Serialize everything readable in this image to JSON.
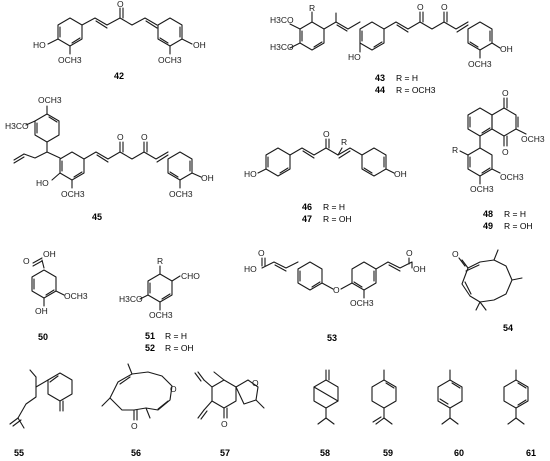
{
  "compounds": [
    {
      "id": "42"
    },
    {
      "id": "43",
      "r": "R = H"
    },
    {
      "id": "44",
      "r": "R = OCH3"
    },
    {
      "id": "45"
    },
    {
      "id": "46",
      "r": "R = H"
    },
    {
      "id": "47",
      "r": "R = OH"
    },
    {
      "id": "48",
      "r": "R = H"
    },
    {
      "id": "49",
      "r": "R = OH"
    },
    {
      "id": "50"
    },
    {
      "id": "51",
      "r": "R = H"
    },
    {
      "id": "52",
      "r": "R = OH"
    },
    {
      "id": "53"
    },
    {
      "id": "54"
    },
    {
      "id": "55"
    },
    {
      "id": "56"
    },
    {
      "id": "57"
    },
    {
      "id": "58"
    },
    {
      "id": "59"
    },
    {
      "id": "60"
    },
    {
      "id": "61"
    }
  ],
  "atoms": {
    "oh": "OH",
    "ho": "HO",
    "och3": "OCH3",
    "h3co": "H3CO",
    "o": "O",
    "r": "R",
    "cho": "CHO"
  }
}
